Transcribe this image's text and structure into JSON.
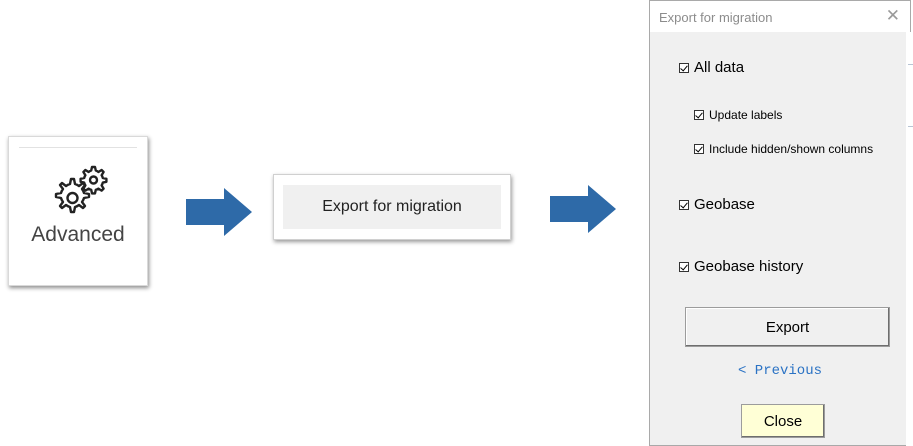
{
  "advanced_tile": {
    "label": "Advanced",
    "icon": "gears-icon"
  },
  "flow_arrows": {
    "icon": "arrow-right-icon",
    "color": "#2e6aa8"
  },
  "export_tile": {
    "button_label": "Export for migration"
  },
  "dialog": {
    "title": "Export for migration",
    "close_glyph": "✕",
    "options": {
      "all_data": {
        "label": "All data",
        "checked": true
      },
      "update_labels": {
        "label": "Update labels",
        "checked": true
      },
      "include_hidden_columns": {
        "label": "Include hidden/shown columns",
        "checked": true
      },
      "geobase": {
        "label": "Geobase",
        "checked": true
      },
      "geobase_history": {
        "label": "Geobase history",
        "checked": true
      }
    },
    "export_label": "Export",
    "previous_label": "< Previous",
    "close_label": "Close",
    "colors": {
      "link": "#2a72c4",
      "close_button_bg": "#ffffd6",
      "dialog_bg": "#f0f0f0"
    }
  }
}
